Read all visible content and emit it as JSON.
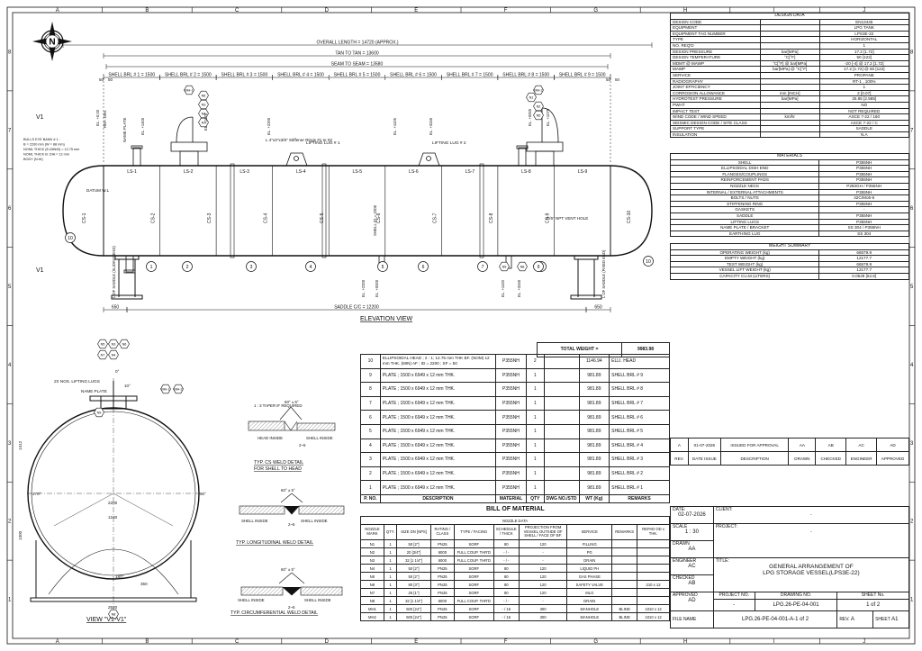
{
  "frame": {
    "cols": [
      "A",
      "B",
      "C",
      "D",
      "E",
      "F",
      "G",
      "H",
      "I",
      "J"
    ],
    "rows": [
      "8",
      "7",
      "6",
      "5",
      "4",
      "3",
      "2",
      "1"
    ]
  },
  "elevation": {
    "overall_length": "OVERALL LENGTH = 14720 (APPROX.)",
    "tan_to_tan": "TAN TO TAN = 13600",
    "seam_to_seam": "SEAM TO SEAM = 13580",
    "shell_top": [
      "SHELL BRL # 1 = 1500",
      "SHELL BRL # 2 = 1500",
      "SHELL BRL # 3 = 1500",
      "SHELL BRL # 4 = 1500",
      "SHELL BRL # 5 = 1500",
      "SHELL BRL # 6 = 1500",
      "SHELL BRL # 7 = 1500",
      "SHELL BRL # 8 = 1500",
      "SHELL BRL # 9 = 1500"
    ],
    "end_dims": [
      "50",
      "50",
      "50",
      "50"
    ],
    "ls_labels": [
      "LS-1",
      "LS-2",
      "LS-3",
      "LS-4",
      "LS-5",
      "LS-6",
      "LS-7",
      "LS-8",
      "LS-9"
    ],
    "cs_labels": [
      "CS-1",
      "CS-2",
      "CS-3",
      "CS-4",
      "CS-5",
      "CS-6",
      "CS-7",
      "CS-8",
      "CS-9",
      "CS-10"
    ],
    "balloons": [
      "1",
      "2",
      "3",
      "4",
      "5",
      "6",
      "7",
      "8",
      "9",
      "10",
      "10"
    ],
    "nozzle_tags": [
      "N6",
      "N3",
      "N4",
      "N7",
      "MH-1",
      "N1",
      "N2",
      "N5",
      "MH-2",
      "N8",
      "N9"
    ],
    "labels": {
      "lifting1": "LIFTING LUG # 1",
      "lifting2": "LIFTING LUG # 2",
      "stiff": "L 4\"x3\"x3/8\" Stiffener Rings #1 to #3",
      "bulls1": "BULLS EYE BAND # 1 :",
      "bulls2": "B = 2200 mm (W = 88 mm)",
      "bulls3": "NOML THICK (E-MIN/B) = 12.75 mm",
      "bulls4": "NOML THICK B: DIA = 12 mm",
      "bulls5": "BODY (N.W)",
      "datum": "DATUM W.L",
      "ref_dim": "REF. DIM.",
      "name_plate": "NAME PLATE",
      "vent": "3\"/6\" NPT VENT HOLE",
      "lof1": "L OF SADDLE (SLIDING END)",
      "lof2": "L OF SADDLE (FIXED END)",
      "saddle": "SADDLE C/C = 12200",
      "v1": "V1",
      "dim650a": "650",
      "dim650b": "650",
      "shell_id": "SHELL ID = 2200",
      "el_vals": [
        "EL. +0.00",
        "EL. +1400",
        "EL. +1075",
        "EL. +2200",
        "EL. +1105",
        "EL. +3340",
        "EL. +0000",
        "EL. +1075",
        "EL. +1100",
        "EL. +0000",
        "EL. +2200",
        "EL. +3340"
      ],
      "title": "ELEVATION VIEW"
    }
  },
  "view_v1": {
    "title": "VIEW \"V1-V1\"",
    "lug": "2X NOS. LIFTING LUGS",
    "name_plate": "NAME PLATE",
    "angles": [
      "0°",
      "270°",
      "90°",
      "180°",
      "10°"
    ],
    "dims": [
      "1300",
      "1412",
      "2520",
      "2200",
      "1240",
      "350"
    ],
    "tags": [
      "N5",
      "N3",
      "N6",
      "N7",
      "N4",
      "MH-1",
      "MH-2",
      "N8",
      "N9"
    ]
  },
  "welds": {
    "cs_title1": "TYP. CS WELD DETAIL",
    "cs_title2": "FOR SHELL TO HEAD",
    "long_title": "TYP. LONGITUDINAL WELD DETAIL",
    "circ_title": "TYP. CIRCUMFERENTIAL WELD DETAIL",
    "taper": "1 : 3 TAPER IF REQUIRED",
    "angle": "60° ± 5°",
    "gap": "2~5",
    "head_inside": "HEAD INSIDE",
    "shell_inside": "SHELL INSIDE"
  },
  "bom": {
    "title": "BILL OF MATERIAL",
    "total_label": "TOTAL WEIGHT =",
    "total": "9983.98",
    "headers": [
      "P. NO.",
      "DESCRIPTION",
      "MATERIAL",
      "QTY",
      "DWG NO./STD",
      "WT (Kg)",
      "REMARKS"
    ],
    "rows": [
      {
        "no": "10",
        "desc": "ELLIPSOIDAL HEAD ; 2 : 1; 12.75 mm THK BF. (NOM) 12 mm THK. (MIN) AF ; ID = 2200 ; SF = 50",
        "mat": "P355NH",
        "qty": "2",
        "dwg": "",
        "wt": "1146.94",
        "rem": "ELLI. HEAD"
      },
      {
        "no": "9",
        "desc": "PLATE ; 1500 x 6949 x 12 mm THK.",
        "mat": "P355NH",
        "qty": "1",
        "dwg": "",
        "wt": "981.89",
        "rem": "SHELL BRL # 9"
      },
      {
        "no": "8",
        "desc": "PLATE ; 1500 x 6949 x 12 mm THK.",
        "mat": "P355NH",
        "qty": "1",
        "dwg": "",
        "wt": "981.89",
        "rem": "SHELL BRL # 8"
      },
      {
        "no": "7",
        "desc": "PLATE ; 1500 x 6949 x 12 mm THK.",
        "mat": "P355NH",
        "qty": "1",
        "dwg": "",
        "wt": "981.89",
        "rem": "SHELL BRL # 7"
      },
      {
        "no": "6",
        "desc": "PLATE ; 1500 x 6949 x 12 mm THK.",
        "mat": "P355NH",
        "qty": "1",
        "dwg": "",
        "wt": "981.89",
        "rem": "SHELL BRL # 6"
      },
      {
        "no": "5",
        "desc": "PLATE ; 1500 x 6949 x 12 mm THK.",
        "mat": "P355NH",
        "qty": "1",
        "dwg": "",
        "wt": "981.89",
        "rem": "SHELL BRL # 5"
      },
      {
        "no": "4",
        "desc": "PLATE ; 1500 x 6949 x 12 mm THK.",
        "mat": "P355NH",
        "qty": "1",
        "dwg": "",
        "wt": "981.89",
        "rem": "SHELL BRL # 4"
      },
      {
        "no": "3",
        "desc": "PLATE ; 1500 x 6949 x 12 mm THK.",
        "mat": "P355NH",
        "qty": "1",
        "dwg": "",
        "wt": "981.89",
        "rem": "SHELL BRL # 3"
      },
      {
        "no": "2",
        "desc": "PLATE ; 1500 x 6949 x 12 mm THK.",
        "mat": "P355NH",
        "qty": "1",
        "dwg": "",
        "wt": "981.89",
        "rem": "SHELL BRL # 2"
      },
      {
        "no": "1",
        "desc": "PLATE ; 1500 x 6949 x 12 mm THK.",
        "mat": "P355NH",
        "qty": "1",
        "dwg": "",
        "wt": "981.89",
        "rem": "SHELL BRL # 1"
      }
    ]
  },
  "nozzle": {
    "title": "NOZZLE DATA",
    "headers": [
      "NOZZLE MARK",
      "QTY.",
      "SIZE DN [NPS]",
      "RATING / CLASS",
      "TYPE / FACING",
      "SCHEDULE / THICK",
      "PROJECTION FROM VESSEL OUTSIDE OF SHELL / FACE OF BF.",
      "SERVICE",
      "REMARKS",
      "REPAD OD x THK."
    ],
    "rows": [
      [
        "N1",
        "1",
        "50 [2\"]",
        "PN25",
        "SORF",
        "80",
        "120",
        "FILLING",
        "",
        ""
      ],
      [
        "N2",
        "1",
        "20 [3/4\"]",
        "6000",
        "FULL COUP. THR'D",
        "- / -",
        "-",
        "PG",
        "",
        ""
      ],
      [
        "N3",
        "1",
        "32 [1 1/4\"]",
        "6000",
        "FULL COUP. THR'D",
        "- / -",
        "-",
        "DRAIN",
        "",
        ""
      ],
      [
        "N4",
        "1",
        "50 [2\"]",
        "PN25",
        "SORF",
        "80",
        "120",
        "LIQUID PH",
        "",
        ""
      ],
      [
        "N5",
        "1",
        "50 [2\"]",
        "PN25",
        "SORF",
        "80",
        "120",
        "GAS PHASE",
        "",
        ""
      ],
      [
        "N6",
        "1",
        "80 [3\"]",
        "PN25",
        "SORF",
        "80",
        "120",
        "SAFETY VALVE",
        "",
        "210 x 12"
      ],
      [
        "N7",
        "1",
        "25 [1\"]",
        "PN25",
        "SORF",
        "80",
        "120",
        "MLG",
        "",
        ""
      ],
      [
        "N8",
        "1",
        "32 [1 1/4\"]",
        "6000",
        "FULL COUP. THR'D",
        "- / -",
        "-",
        "DRAIN",
        "",
        ""
      ],
      [
        "MH1",
        "1",
        "500 [24\"]",
        "PN25",
        "SORF",
        "- / 16",
        "300",
        "MANHOLE",
        "BLIND",
        "1010 x 12"
      ],
      [
        "MH2",
        "1",
        "500 [24\"]",
        "PN25",
        "SORF",
        "- / 16",
        "300",
        "MANHOLE",
        "BLIND",
        "1010 x 12"
      ]
    ]
  },
  "design": {
    "title": "DESIGN DATA",
    "rows": [
      [
        "DESIGN CODE",
        "",
        "EN13445"
      ],
      [
        "EQUIPMENT",
        "",
        "LPG TANK"
      ],
      [
        "EQUIPMENT TAG NUMBER",
        "",
        "LPS3E-22"
      ],
      [
        "TYPE",
        "",
        "HORIZONTAL"
      ],
      [
        "NO. REQ'D",
        "",
        "1"
      ],
      [
        "DESIGN PRESSURE",
        "bar[MPa]",
        "17.2 [1.72]"
      ],
      [
        "DESIGN TEMPERATURE",
        "°C[°F]",
        "50 [122]"
      ],
      [
        "MDMT @ MAWP",
        "°C[°F] @ bar[MPa]",
        "-20 [-4] @ 17.2 [1.72]"
      ],
      [
        "MAWP",
        "bar[MPa] @ °C[°F]",
        "17.2 [1.72] @ 50 [122]"
      ],
      [
        "SERVICE",
        "",
        "PROPANE"
      ],
      [
        "RADIOGRAPHY",
        "",
        "RT-1 , 100%"
      ],
      [
        "JOINT EFFICIENCY",
        "",
        "1"
      ],
      [
        "CORROSION ALLOWANCE",
        "mm [INCH]",
        "2 [0.07]"
      ],
      [
        "HYDROTEST PRESSURE",
        "bar[MPa]",
        "25.85 [2.585]"
      ],
      [
        "PWHT",
        "",
        "NO"
      ],
      [
        "IMPACT TEST",
        "",
        "NOT REQUIRED"
      ],
      [
        "WIND CODE / WIND SPEED",
        "km/hr",
        "ASCE 7-22 / 160"
      ],
      [
        "SEISMIC DESIGN CODE / SITE CLASS",
        "",
        "ASCE 7-22 / C"
      ],
      [
        "SUPPORT TYPE",
        "",
        "SADDLE"
      ],
      [
        "INSULATION",
        "",
        "N.A"
      ]
    ]
  },
  "materials": {
    "title": "MATERIALS",
    "rows": [
      [
        "SHELL",
        "P355NH"
      ],
      [
        "ELLIPSOIDAL DISH END",
        "P355NH"
      ],
      [
        "FLANGES/COUPLINGS",
        "P355NH"
      ],
      [
        "REINFORCEMENT PADS",
        "P355NH"
      ],
      [
        "NOZZLE NECK",
        "P250GH / P355NH"
      ],
      [
        "INTERNAL / EXTERNAL ATTACHMENTS",
        "P355NH"
      ],
      [
        "BOLTS / NUTS",
        "42CrMo5-6"
      ],
      [
        "STIFFENING RING",
        "P355NH"
      ],
      [
        "GASKETS",
        "-"
      ],
      [
        "SADDLE",
        "P355NH"
      ],
      [
        "LIFTING LUGS",
        "P355NH"
      ],
      [
        "NAME PLATE / BRACKET",
        "SS 304 / P355NH"
      ],
      [
        "EARTHING LUG",
        "SS 304"
      ]
    ]
  },
  "weight": {
    "title": "WEIGHT SUMMARY",
    "rows": [
      [
        "OPERATING WEIGHT (kg)",
        "66579.9"
      ],
      [
        "EMPTY WEIGHT (kg)",
        "12177.7"
      ],
      [
        "TEST WEIGHT (kg)",
        "66579.9"
      ],
      [
        "VESSEL LIFT WEIGHT (kg)",
        "12177.7"
      ],
      [
        "CAPACITY CU.M (LITERS)",
        "0.0528 [52.8]"
      ]
    ]
  },
  "revision": {
    "row": [
      "A",
      "01-07-2026",
      "ISSUED FOR APPROVAL",
      "AA",
      "AB",
      "AC",
      "AD"
    ],
    "headers": [
      "REV.",
      "DATE ISSUE",
      "DESCRIPTION",
      "DRAWN",
      "CHECKED",
      "ENGINEER",
      "APPROVED"
    ]
  },
  "titleblock": {
    "date_l": "DATE:",
    "date": "02-07-2026",
    "client_l": "CLIENT:",
    "client": "-",
    "scale_l": "SCALE",
    "scale": "1 : 30",
    "project_l": "PROJECT:",
    "project": "-",
    "drawn_l": "DRAWN",
    "drawn": "AA",
    "engineer_l": "ENGINEER",
    "engineer": "AC",
    "title_l": "TITLE:",
    "title1": "GENERAL ARRANGEMENT OF",
    "title2": "LPG STORAGE VESSEL(LPS3E-22)",
    "checked_l": "CHECKED",
    "checked": "AB",
    "project_no_l": "PROJECT NO.",
    "drawing_no_l": "DRAWING NO.",
    "sheet_no_l": "SHEET No.",
    "approved_l": "APPROVED",
    "approved": "AD",
    "project_no": "-",
    "drawing_no": "LPG.26-PE-04-001",
    "sheet_no": "1 of 2",
    "file_l": "FILE NAME",
    "file": "LPG.26-PE-04-001-A-1 of 2",
    "rev_l": "REV.",
    "rev": "A",
    "sheet_l": "SHEET",
    "sheet": "A1"
  }
}
